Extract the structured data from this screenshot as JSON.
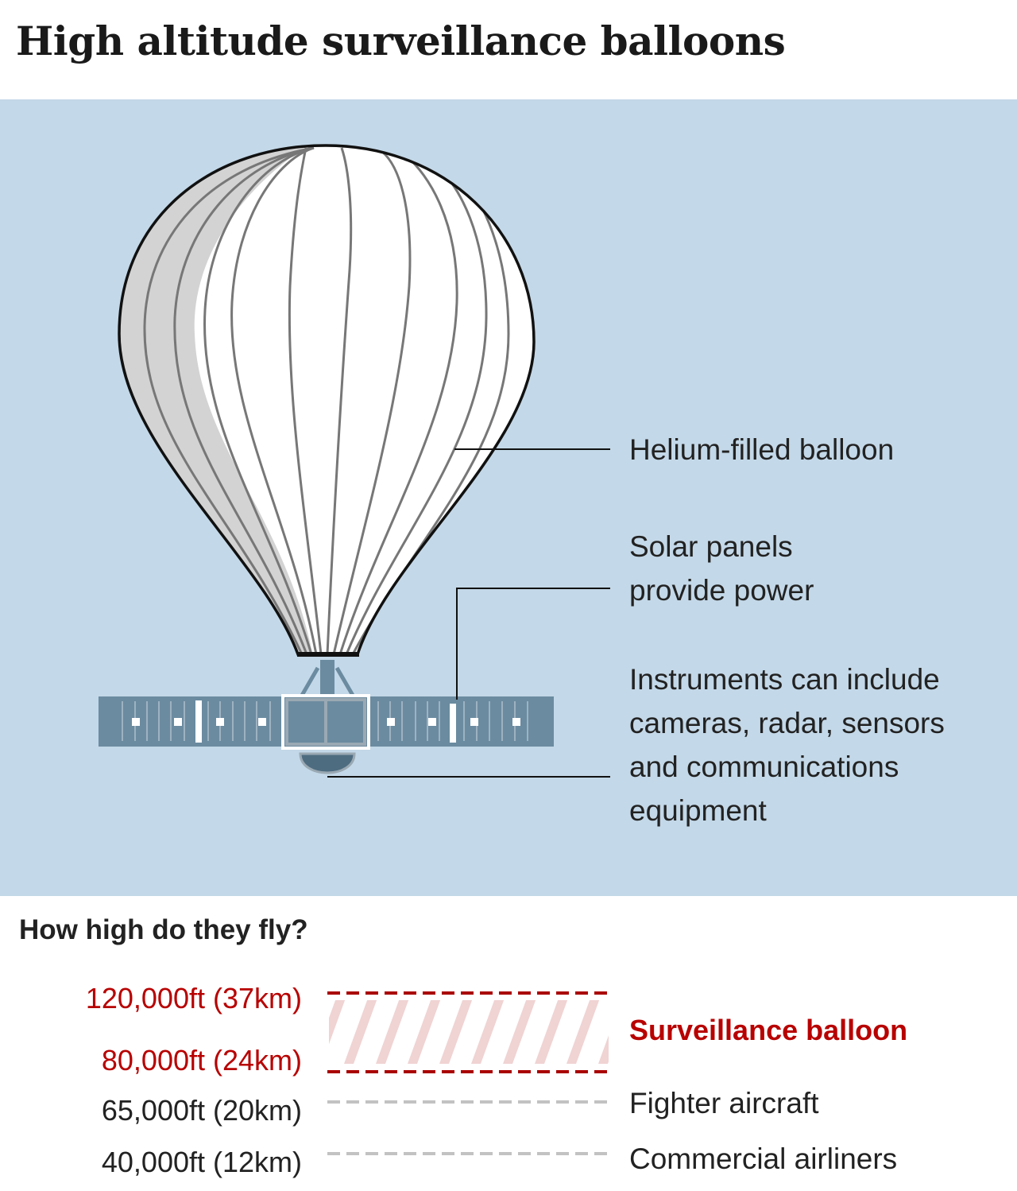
{
  "title": "High altitude surveillance balloons",
  "labels": {
    "balloon": "Helium-filled balloon",
    "solar": [
      "Solar panels",
      "provide power"
    ],
    "instruments": [
      "Instruments can include",
      "cameras, radar, sensors",
      "and communications",
      "equipment"
    ]
  },
  "altitude": {
    "heading": "How high do they fly?",
    "levels": [
      {
        "label": "120,000ft (37km)",
        "color": "#b80000"
      },
      {
        "label": "80,000ft (24km)",
        "color": "#b80000"
      },
      {
        "label": "65,000ft (20km)",
        "color": "#222222"
      },
      {
        "label": "40,000ft (12km)",
        "color": "#222222"
      }
    ],
    "legend": [
      {
        "label": "Surveillance balloon",
        "color": "#b80000"
      },
      {
        "label": "Fighter aircraft",
        "color": "#222222"
      },
      {
        "label": "Commercial airliners",
        "color": "#222222"
      }
    ]
  },
  "colors": {
    "sky": "#c3d8e8",
    "panel": "#6b8ba0",
    "accent": "#b80000"
  }
}
